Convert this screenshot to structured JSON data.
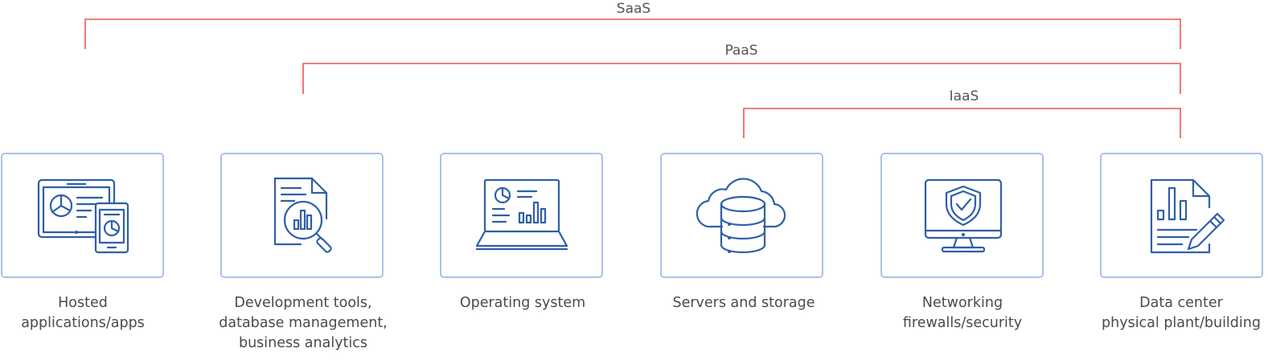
{
  "colors": {
    "bracket": "#ef5350",
    "card_border": "#a9c1ea",
    "icon": "#2f5fa7",
    "text": "#4a4a4a"
  },
  "brackets": [
    {
      "label": "SaaS"
    },
    {
      "label": "PaaS"
    },
    {
      "label": "IaaS"
    }
  ],
  "layers": [
    {
      "icon": "tablet-dashboard-icon",
      "caption_lines": [
        "Hosted",
        "applications/apps"
      ]
    },
    {
      "icon": "report-magnifier-icon",
      "caption_lines": [
        "Development tools,",
        "database management,",
        "business analytics"
      ]
    },
    {
      "icon": "laptop-chart-icon",
      "caption_lines": [
        "Operating system"
      ]
    },
    {
      "icon": "cloud-database-icon",
      "caption_lines": [
        "Servers and storage"
      ]
    },
    {
      "icon": "monitor-shield-icon",
      "caption_lines": [
        "Networking",
        "firewalls/security"
      ]
    },
    {
      "icon": "document-chart-pen-icon",
      "caption_lines": [
        "Data center",
        "physical plant/building"
      ]
    }
  ]
}
